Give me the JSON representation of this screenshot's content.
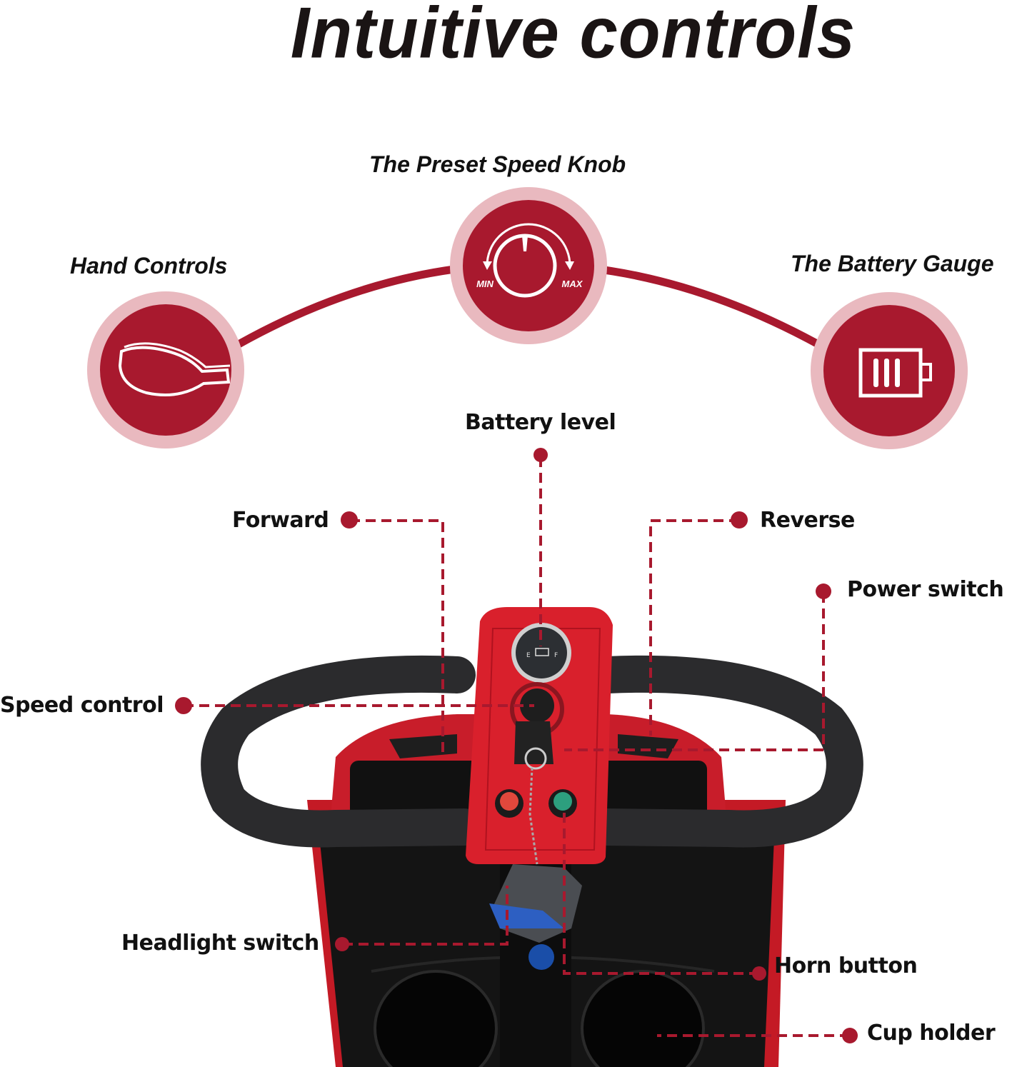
{
  "title": "Intuitive controls",
  "colors": {
    "accent": "#a8192e",
    "ring": "#e9b9bf",
    "text": "#111111",
    "scooter_red": "#d9202c",
    "handle_black": "#2b2b2d"
  },
  "features": [
    {
      "label": "Hand Controls",
      "icon": "hand-controls-icon"
    },
    {
      "label": "The Preset Speed Knob",
      "icon": "speed-knob-icon",
      "min_label": "MIN",
      "max_label": "MAX"
    },
    {
      "label": "The Battery Gauge",
      "icon": "battery-icon"
    }
  ],
  "callouts": [
    {
      "label": "Battery level"
    },
    {
      "label": "Forward"
    },
    {
      "label": "Reverse"
    },
    {
      "label": "Power switch"
    },
    {
      "label": "Speed control"
    },
    {
      "label": "Headlight switch"
    },
    {
      "label": "Horn button"
    },
    {
      "label": "Cup holder"
    }
  ],
  "gauge": {
    "empty_label": "E",
    "full_label": "F"
  }
}
